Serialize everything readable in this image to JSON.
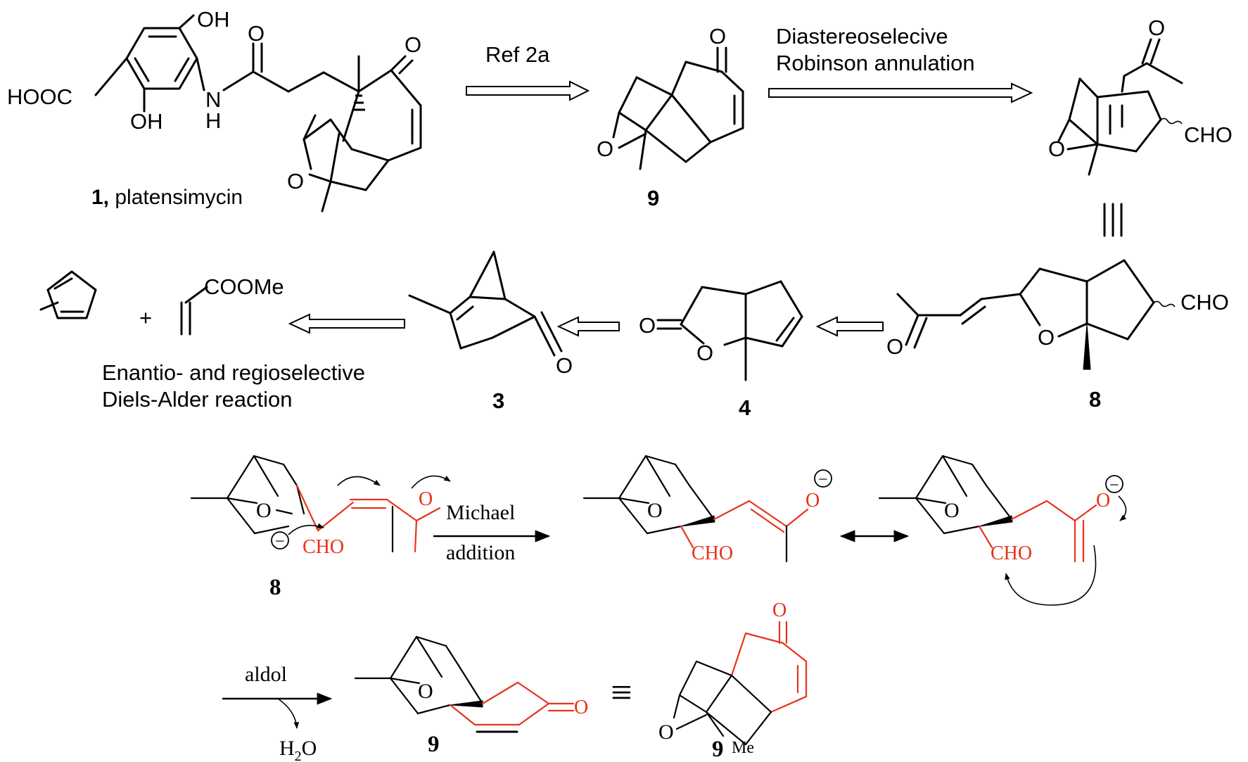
{
  "colors": {
    "ink": "#000000",
    "highlight": "#e8331c",
    "background": "#ffffff"
  },
  "compounds": {
    "c1": {
      "label_num": "1,",
      "label_name": "platensimycin",
      "groups": {
        "oh_top": "OH",
        "oh_bottom": "OH",
        "hooc": "HOOC",
        "n": "N",
        "h": "H",
        "o_amide": "O",
        "o_enone": "O",
        "o_ether": "O"
      }
    },
    "c9_top": {
      "label": "9",
      "groups": {
        "o_ketone": "O",
        "o_ether": "O"
      }
    },
    "c_annul": {
      "groups": {
        "o_ketone": "O",
        "cho": "CHO",
        "o_ether": "O"
      }
    },
    "c8_top": {
      "label": "8",
      "groups": {
        "cho": "CHO",
        "o_ring": "O",
        "o_ketone": "O"
      }
    },
    "c4": {
      "label": "4",
      "groups": {
        "o_carbonyl": "O",
        "o_ring": "O"
      }
    },
    "c3": {
      "label": "3",
      "groups": {
        "o_ketone": "O"
      }
    },
    "acrylate": {
      "group": "COOMe",
      "plus": "+"
    },
    "mech8": {
      "label": "8",
      "groups": {
        "o_ether": "O",
        "cho": "CHO",
        "o_ketone": "O",
        "charge": "−"
      }
    },
    "mech_enolate1": {
      "groups": {
        "o_ether": "O",
        "cho": "CHO",
        "o_minus": "O",
        "charge": "−"
      }
    },
    "mech_enolate2": {
      "groups": {
        "o_ether": "O",
        "cho": "CHO",
        "o_minus": "O",
        "charge": "−"
      }
    },
    "mech9": {
      "label": "9",
      "groups": {
        "o_ether": "O",
        "o_ketone": "O"
      }
    },
    "final9": {
      "label": "9",
      "me": "Me",
      "groups": {
        "o_ketone": "O",
        "o_ether": "O"
      }
    }
  },
  "arrows": {
    "ref2a": {
      "label": "Ref 2a"
    },
    "robinson": {
      "line1": "Diastereoselecive",
      "line2": "Robinson annulation"
    },
    "diels_alder": {
      "line1": "Enantio- and regioselective",
      "line2": "Diels-Alder reaction"
    },
    "michael": {
      "line1": "Michael",
      "line2": "addition"
    },
    "aldol": {
      "label": "aldol",
      "water_h": "H",
      "water_sub": "2",
      "water_o": "O"
    },
    "equivalent": "≡"
  }
}
